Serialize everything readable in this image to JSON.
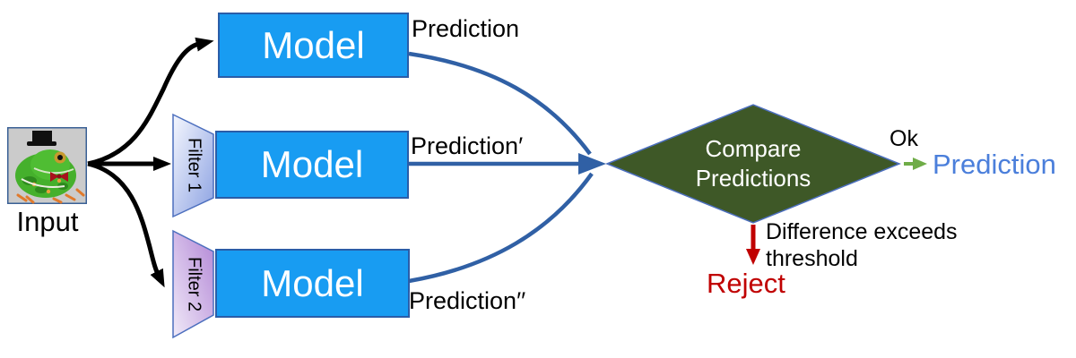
{
  "diagram": {
    "input": {
      "label": "Input",
      "image": "frog-with-top-hat-and-bow-tie"
    },
    "filters": [
      {
        "label": "Filter 1"
      },
      {
        "label": "Filter 2"
      }
    ],
    "models": [
      {
        "label": "Model"
      },
      {
        "label": "Model"
      },
      {
        "label": "Model"
      }
    ],
    "predictions": {
      "top": "Prediction",
      "middle": "Prediction′",
      "bottom": "Prediction′′"
    },
    "decision": {
      "line1": "Compare",
      "line2": "Predictions"
    },
    "ok_branch": {
      "label": "Ok",
      "result": "Prediction"
    },
    "reject_branch": {
      "condition_line1": "Difference exceeds",
      "condition_line2": "threshold",
      "result": "Reject"
    },
    "colors": {
      "model_box_blue": "#189CF2",
      "diamond_green": "#3E5827",
      "connector_blue": "#3060A5",
      "reject_red": "#C00000",
      "ok_arrow_green": "#6FAC47",
      "result_text_blue": "#4B7FDB",
      "filter1_gradient_end": "#8CA2E2",
      "filter2_gradient_start": "#B387D6"
    }
  }
}
